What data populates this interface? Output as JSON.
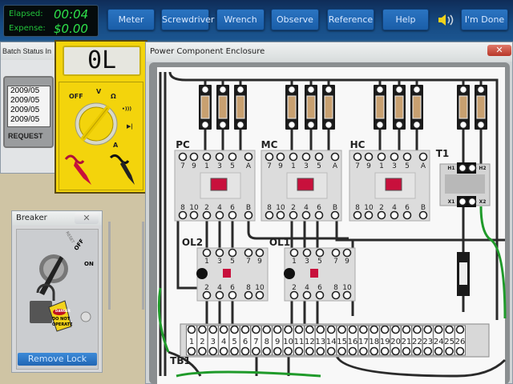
{
  "toolbar": {
    "elapsed_label": "Elapsed:",
    "elapsed_value": "00:04",
    "expense_label": "Expense:",
    "expense_value": "$0.00",
    "buttons": [
      "Meter",
      "Screwdriver",
      "Wrench",
      "Observe",
      "Reference",
      "Help"
    ],
    "sound_icon": "speaker-icon",
    "done_label": "I'm Done"
  },
  "batch_window": {
    "title": "Batch Status In",
    "entries": [
      "2009/05",
      "2009/05",
      "2009/05",
      "2009/05"
    ],
    "request_label": "REQUEST"
  },
  "multimeter": {
    "display": "0L",
    "labels": {
      "off": "OFF",
      "volts": "V",
      "ohms": "Ω",
      "continuity": "•)))",
      "diode": "▶|",
      "amps": "A"
    }
  },
  "breaker": {
    "title": "Breaker",
    "close": "✕",
    "reset": "RESET",
    "off": "OFF",
    "on": "ON",
    "tag_danger": "DANGER",
    "tag_text1": "DO NOT",
    "tag_text2": "OPERATE",
    "remove_lock": "Remove Lock"
  },
  "enclosure": {
    "title": "Power Component Enclosure",
    "close": "✕",
    "contactors": [
      {
        "label": "PC",
        "top": [
          "7",
          "9",
          "1",
          "3",
          "5",
          "A"
        ],
        "bottom": [
          "8",
          "10",
          "2",
          "4",
          "6",
          "B"
        ]
      },
      {
        "label": "MC",
        "top": [
          "7",
          "9",
          "1",
          "3",
          "5",
          "A"
        ],
        "bottom": [
          "8",
          "10",
          "2",
          "4",
          "6",
          "B"
        ]
      },
      {
        "label": "HC",
        "top": [
          "7",
          "9",
          "1",
          "3",
          "5",
          "A"
        ],
        "bottom": [
          "8",
          "10",
          "2",
          "4",
          "6",
          "B"
        ]
      }
    ],
    "overloads": [
      {
        "label": "OL2",
        "top": [
          "1",
          "3",
          "5",
          "7",
          "9"
        ],
        "bottom": [
          "2",
          "4",
          "6",
          "8",
          "10"
        ]
      },
      {
        "label": "OL1",
        "top": [
          "1",
          "3",
          "5",
          "7",
          "9"
        ],
        "bottom": [
          "2",
          "4",
          "6",
          "8",
          "10"
        ]
      }
    ],
    "transformer": {
      "label": "T1",
      "h1": "H1",
      "h2": "H2",
      "x1": "X1",
      "x2": "X2"
    },
    "terminal_block": {
      "label": "TB1",
      "terminals": [
        "1",
        "2",
        "3",
        "4",
        "5",
        "6",
        "7",
        "8",
        "9",
        "10",
        "11",
        "12",
        "13",
        "14",
        "15",
        "16",
        "17",
        "18",
        "19",
        "20",
        "21",
        "22",
        "23",
        "24",
        "25",
        "26"
      ]
    }
  }
}
